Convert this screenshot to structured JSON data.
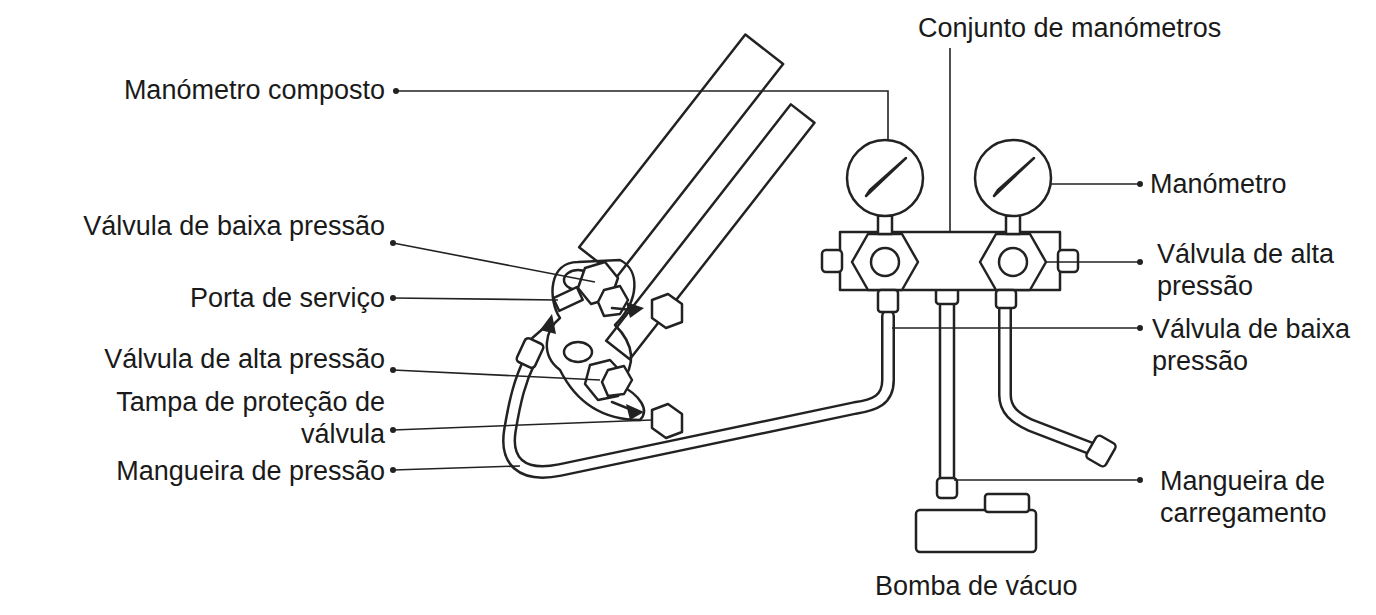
{
  "diagram": {
    "labels": [
      "Conjunto de manómetros",
      "Manómetro composto",
      "Manómetro",
      "Válvula de baixa pressão",
      "Válvula de alta pressão",
      "Porta de serviço",
      "Válvula de baixa pressão",
      "Válvula de alta pressão",
      "Tampa de proteção de válvula",
      "Mangueira de pressão",
      "Mangueira de carregamento",
      "Bomba de vácuo"
    ]
  }
}
